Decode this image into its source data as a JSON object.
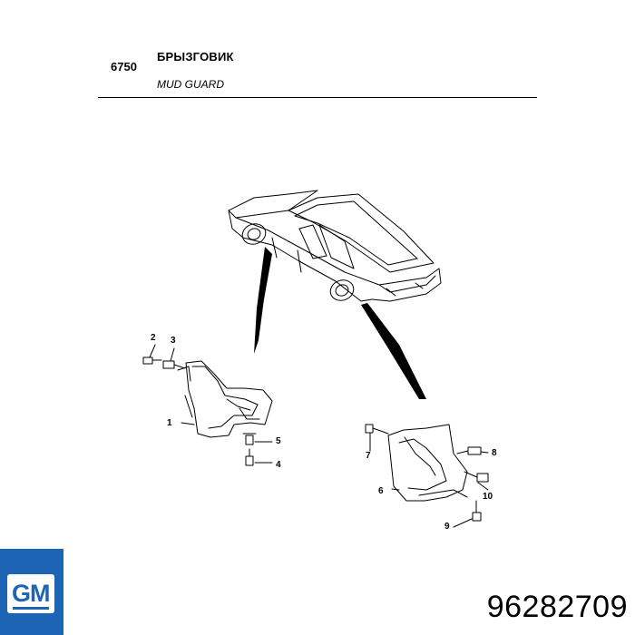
{
  "header": {
    "code": "6750",
    "title_ru": "БРЫЗГОВИК",
    "title_en": "MUD GUARD"
  },
  "callouts": [
    "1",
    "2",
    "3",
    "4",
    "5",
    "6",
    "7",
    "8",
    "9",
    "10"
  ],
  "brand": {
    "logo_text": "GM",
    "logo_color": "#1d65b4"
  },
  "part_number": "96282709"
}
